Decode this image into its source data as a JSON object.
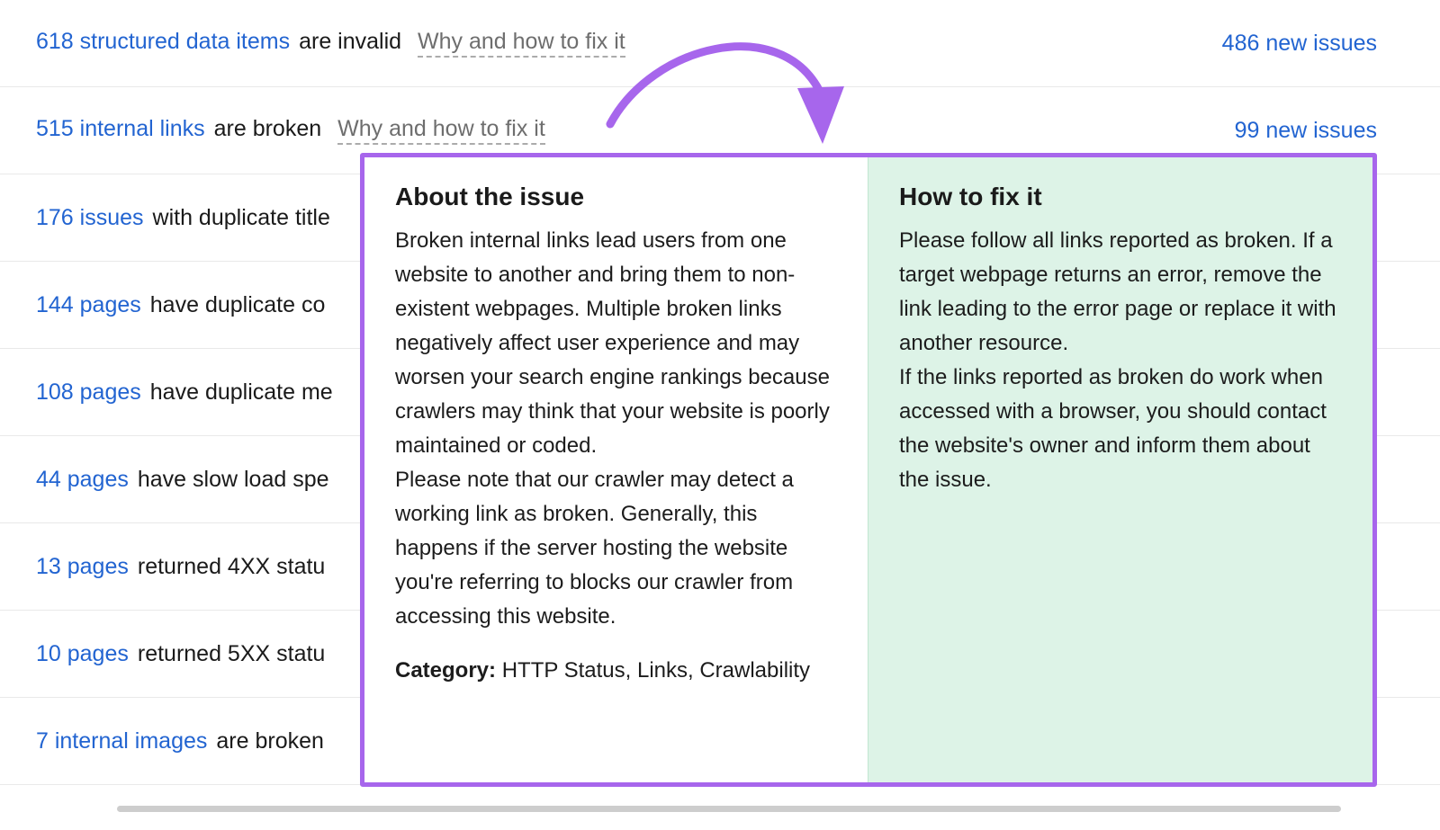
{
  "colors": {
    "link_blue": "#2264d1",
    "popup_purple": "#a766ec",
    "fix_panel_green": "#ddf3e7"
  },
  "issues": [
    {
      "count": "618 structured data items",
      "desc": "are invalid",
      "why": "Why and how to fix it",
      "new_issues": "486 new issues"
    },
    {
      "count": "515 internal links",
      "desc": "are broken",
      "why": "Why and how to fix it",
      "new_issues": "99 new issues"
    },
    {
      "count": "176 issues",
      "desc": "with duplicate title"
    },
    {
      "count": "144 pages",
      "desc": "have duplicate co"
    },
    {
      "count": "108 pages",
      "desc": "have duplicate me"
    },
    {
      "count": "44 pages",
      "desc": "have slow load spe"
    },
    {
      "count": "13 pages",
      "desc": "returned 4XX statu"
    },
    {
      "count": "10 pages",
      "desc": "returned 5XX statu"
    },
    {
      "count": "7 internal images",
      "desc": "are broken"
    }
  ],
  "popup": {
    "about_title": "About the issue",
    "about_p1": "Broken internal links lead users from one website to another and bring them to non-existent webpages. Multiple broken links negatively affect user experience and may worsen your search engine rankings because crawlers may think that your website is poorly maintained or coded.",
    "about_p2": "Please note that our crawler may detect a working link as broken. Generally, this happens if the server hosting the website you're referring to blocks our crawler from accessing this website.",
    "category_label": "Category:",
    "category_value": " HTTP Status, Links, Crawlability",
    "fix_title": "How to fix it",
    "fix_p1": "Please follow all links reported as broken. If a target webpage returns an error, remove the link leading to the error page or replace it with another resource.",
    "fix_p2": "If the links reported as broken do work when accessed with a browser, you should contact the website's owner and inform them about the issue."
  }
}
